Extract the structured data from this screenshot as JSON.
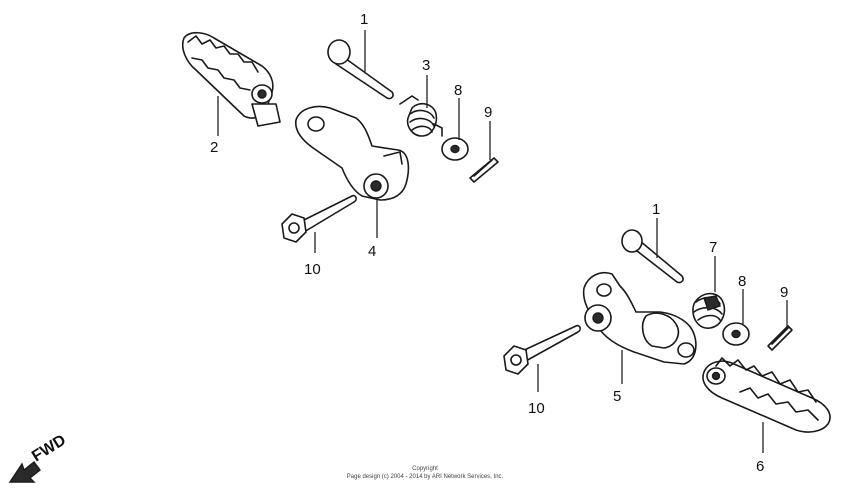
{
  "callouts": {
    "c1a": "1",
    "c2": "2",
    "c3": "3",
    "c8a": "8",
    "c9a": "9",
    "c4": "4",
    "c10a": "10",
    "c1b": "1",
    "c7": "7",
    "c8b": "8",
    "c9b": "9",
    "c5": "5",
    "c10b": "10",
    "c6": "6"
  },
  "fwd_label": "FWD",
  "copyright": {
    "line1": "Copyright",
    "line2": "Page design (c) 2004 - 2014 by ARI Network Services, Inc."
  },
  "colors": {
    "ink": "#1a1a1a",
    "background": "#ffffff"
  }
}
